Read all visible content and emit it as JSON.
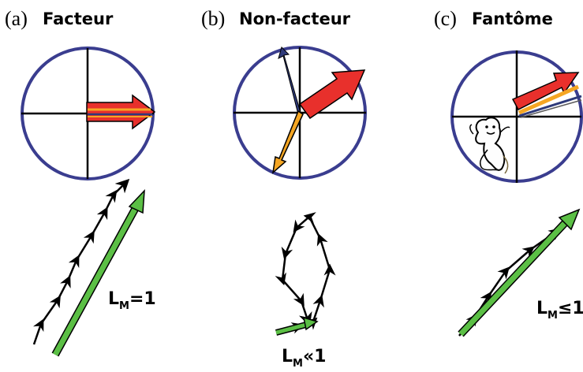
{
  "panels": [
    {
      "letter": "(a)",
      "name": "Facteur",
      "label_main": "L",
      "label_sub": "M",
      "label_rel": "=1"
    },
    {
      "letter": "(b)",
      "name": "Non-facteur",
      "label_main": "L",
      "label_sub": "M",
      "label_rel": "«1"
    },
    {
      "letter": "(c)",
      "name": "Fantôme",
      "label_main": "L",
      "label_sub": "M",
      "label_rel": "≤1"
    }
  ],
  "colors": {
    "circle": "#3a3d8f",
    "red": "#e8302c",
    "orange": "#f5a623",
    "green": "#5bbf45",
    "navy": "#2e3a7a"
  }
}
